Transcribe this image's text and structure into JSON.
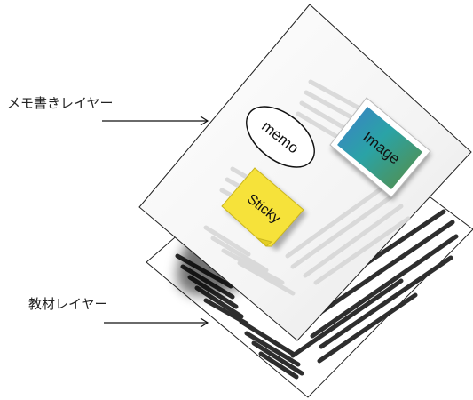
{
  "labels": {
    "memo_layer": "メモ書きレイヤー",
    "material_layer": "教材レイヤー"
  },
  "annotations": {
    "memo": "memo",
    "image": "Image",
    "sticky": "Sticky"
  },
  "colors": {
    "sticky_fill": "#f6e23a",
    "text_lines": "#2e2e2e",
    "faint_lines": "#d7d7d7",
    "image_sky": "#3d7ec9",
    "image_water": "#2aa3a6",
    "image_land": "#5a8c3e"
  }
}
